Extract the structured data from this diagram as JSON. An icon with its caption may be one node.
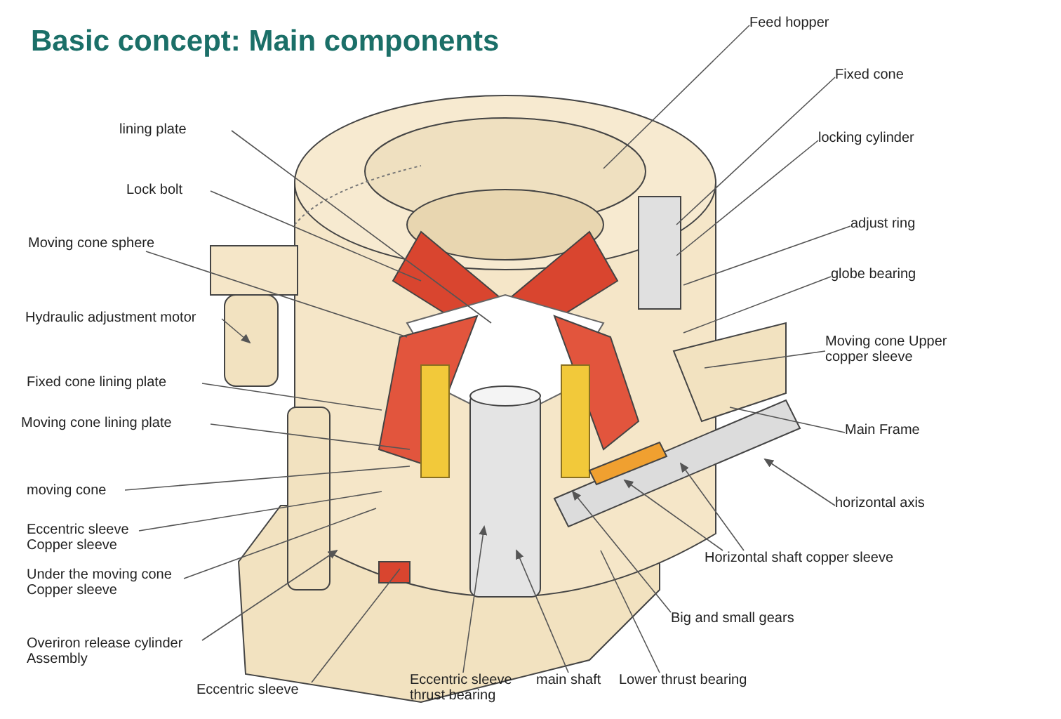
{
  "diagram": {
    "title": "Basic concept: Main components",
    "nodes": [
      {
        "text": [
          "Feed hopper"
        ]
      },
      {
        "text": [
          "Fixed cone"
        ]
      },
      {
        "text": [
          "locking cylinder"
        ]
      },
      {
        "text": [
          "adjust ring"
        ]
      },
      {
        "text": [
          "globe bearing"
        ]
      },
      {
        "text": [
          "Moving cone Upper copper sleeve"
        ]
      },
      {
        "text": [
          "Main Frame"
        ]
      },
      {
        "text": [
          "horizontal axis"
        ]
      },
      {
        "text": [
          "Horizontal shaft copper sleeve"
        ]
      },
      {
        "text": [
          "Big and small gears"
        ]
      },
      {
        "text": [
          "Lower thrust bearing"
        ]
      },
      {
        "text": [
          "main shaft"
        ]
      },
      {
        "text": [
          "Eccentric sleeve thrust bearing"
        ]
      },
      {
        "text": [
          "Eccentric sleeve"
        ]
      },
      {
        "text": [
          "Overiron release cylinder Assembly"
        ]
      },
      {
        "text": [
          "Under the moving cone Copper sleeve"
        ]
      },
      {
        "text": [
          "Eccentric sleeve Copper sleeve"
        ]
      },
      {
        "text": [
          "moving cone"
        ]
      },
      {
        "text": [
          "Moving cone lining plate"
        ]
      },
      {
        "text": [
          "Fixed cone lining plate"
        ]
      },
      {
        "text": [
          "Hydraulic adjustment motor"
        ]
      },
      {
        "text": [
          "Moving cone sphere"
        ]
      },
      {
        "text": [
          "Lock bolt"
        ]
      },
      {
        "text": [
          "lining plate"
        ]
      }
    ],
    "edges": [
      {
        "from": 0,
        "to": null,
        "arrow": "none"
      },
      {
        "from": 1,
        "to": null,
        "arrow": "none"
      },
      {
        "from": 2,
        "to": null,
        "arrow": "none"
      },
      {
        "from": 3,
        "to": null,
        "arrow": "none"
      },
      {
        "from": 4,
        "to": null,
        "arrow": "none"
      },
      {
        "from": 5,
        "to": null,
        "arrow": "none"
      },
      {
        "from": 6,
        "to": null,
        "arrow": "none"
      },
      {
        "from": 7,
        "to": null,
        "arrow": "to"
      },
      {
        "from": 8,
        "to": null,
        "arrow": "to"
      },
      {
        "from": 8,
        "to": null,
        "arrow": "to"
      },
      {
        "from": 9,
        "to": null,
        "arrow": "to"
      },
      {
        "from": 10,
        "to": null,
        "arrow": "none"
      },
      {
        "from": 11,
        "to": null,
        "arrow": "to"
      },
      {
        "from": 12,
        "to": null,
        "arrow": "to"
      },
      {
        "from": 13,
        "to": null,
        "arrow": "none"
      },
      {
        "from": 14,
        "to": null,
        "arrow": "to"
      },
      {
        "from": 15,
        "to": null,
        "arrow": "none"
      },
      {
        "from": 16,
        "to": null,
        "arrow": "none"
      },
      {
        "from": 17,
        "to": null,
        "arrow": "none"
      },
      {
        "from": 18,
        "to": null,
        "arrow": "none"
      },
      {
        "from": 19,
        "to": null,
        "arrow": "none"
      },
      {
        "from": 20,
        "to": null,
        "arrow": "to"
      },
      {
        "from": 21,
        "to": null,
        "arrow": "none"
      },
      {
        "from": 22,
        "to": null,
        "arrow": "none"
      },
      {
        "from": 23,
        "to": null,
        "arrow": "none"
      }
    ]
  }
}
